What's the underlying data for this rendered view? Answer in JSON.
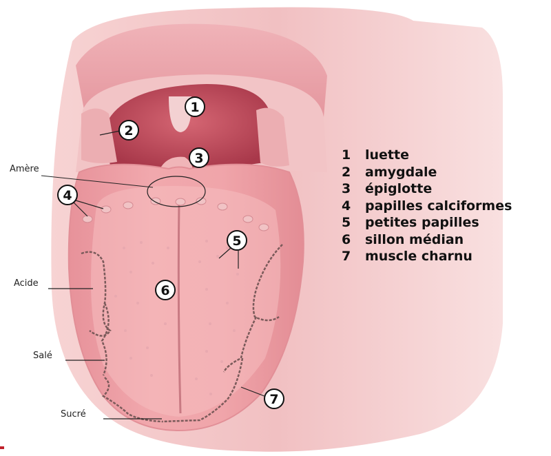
{
  "legend": {
    "items": [
      {
        "number": "1",
        "label": "luette"
      },
      {
        "number": "2",
        "label": "amygdale"
      },
      {
        "number": "3",
        "label": "épiglotte"
      },
      {
        "number": "4",
        "label": "papilles calciformes"
      },
      {
        "number": "5",
        "label": "petites papilles"
      },
      {
        "number": "6",
        "label": "sillon médian"
      },
      {
        "number": "7",
        "label": "muscle charnu"
      }
    ]
  },
  "taste_labels": {
    "bitter": "Amère",
    "sour": "Acide",
    "salty": "Salé",
    "sweet": "Sucré"
  },
  "callouts": [
    "1",
    "2",
    "3",
    "4",
    "5",
    "6",
    "7"
  ],
  "colors": {
    "skin": "#f4c6c6",
    "mouth_outer": "#eba2a8",
    "throat": "#c4505f",
    "tongue": "#ef9ea4",
    "tongue_highlight": "#f6bcbe",
    "zone_border": "#7a5a5a"
  }
}
